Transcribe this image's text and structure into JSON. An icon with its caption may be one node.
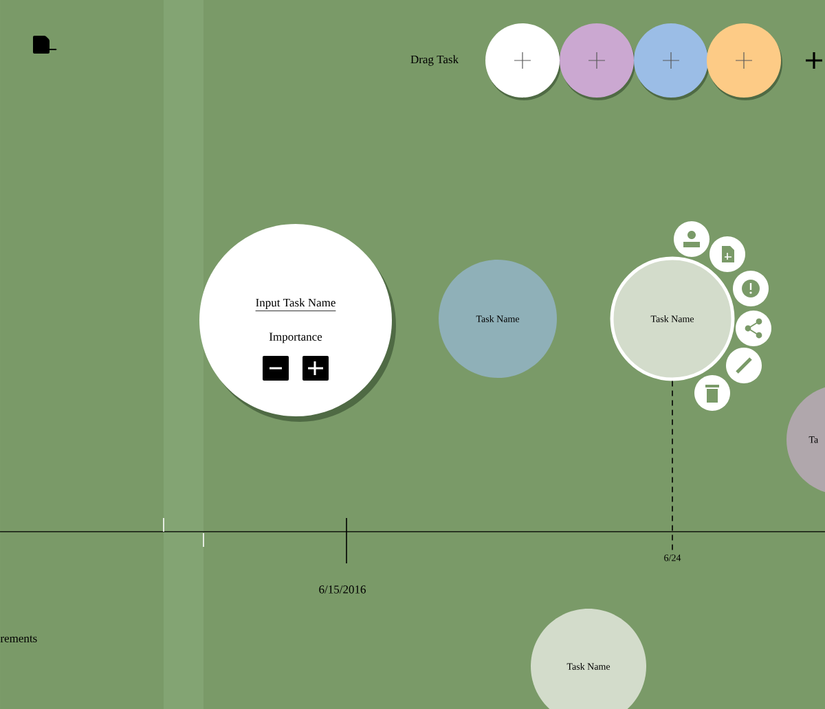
{
  "diagram": {
    "nodes": [
      {
        "text": [
          "Input Task Name",
          "Importance"
        ]
      },
      {
        "text": [
          "Task Name"
        ]
      },
      {
        "text": [
          "Task Name"
        ]
      },
      {
        "text": [
          "Ta"
        ]
      },
      {
        "text": [
          "Task Name"
        ]
      },
      {
        "text": [],
        "shape": "circle"
      },
      {
        "text": [],
        "shape": "circle"
      },
      {
        "text": [],
        "shape": "circle"
      },
      {
        "text": [],
        "shape": "circle"
      },
      {
        "text": [
          "6/24"
        ]
      }
    ],
    "edges": [
      {
        "from": 2,
        "to": 9,
        "arrow": "none",
        "style": "dashed"
      }
    ],
    "labels": [
      "Drag Task",
      "6/15/2016",
      "rements"
    ]
  }
}
